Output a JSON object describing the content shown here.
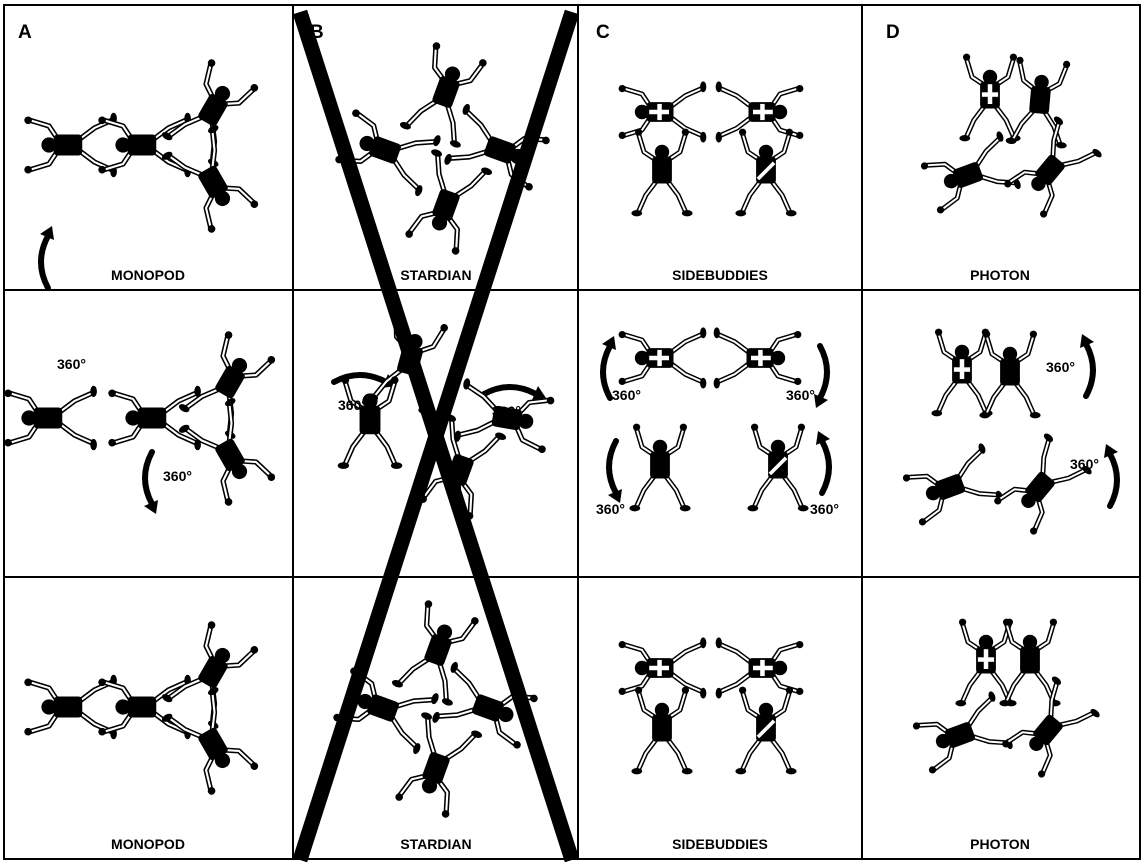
{
  "columns": [
    {
      "letter": "A",
      "name": "MONOPOD",
      "crossed_out": false
    },
    {
      "letter": "B",
      "name": "STARDIAN",
      "crossed_out": true
    },
    {
      "letter": "C",
      "name": "SIDEBUDDIES",
      "crossed_out": false
    },
    {
      "letter": "D",
      "name": "PHOTON",
      "crossed_out": false
    }
  ],
  "rows": [
    {
      "labels": [
        "MONOPOD",
        "STARDIAN",
        "SIDEBUDDIES",
        "PHOTON"
      ]
    },
    {
      "labels": [
        "",
        "",
        "",
        ""
      ]
    },
    {
      "labels": [
        "MONOPOD",
        "STARDIAN",
        "SIDEBUDDIES",
        "PHOTON"
      ]
    }
  ],
  "rotation_label": "360°",
  "colors": {
    "ink": "#000000",
    "paper": "#ffffff"
  }
}
